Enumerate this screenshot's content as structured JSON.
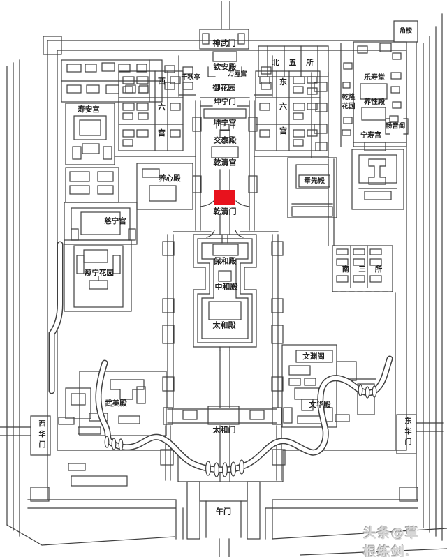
{
  "page": {
    "background": "#ffffff",
    "ink": "#3f3f3f"
  },
  "highlight": {
    "color": "#e8121d"
  },
  "watermark": {
    "text": "头条@草根练剑.",
    "color": "#d6d6d6"
  },
  "labels": {
    "jiaolou": {
      "text": "角楼"
    },
    "shenwumen": {
      "text": "神武门"
    },
    "qinandian": {
      "text": "钦安殿"
    },
    "qianqiuting": {
      "text": "千秋亭"
    },
    "wanshougong": {
      "text": "万寿宫"
    },
    "yuhuayuan": {
      "text": "御花园"
    },
    "beiwusuo": {
      "text": "北五所"
    },
    "kunningmen": {
      "text": "坤宁门"
    },
    "kunninggong": {
      "text": "坤宁宫"
    },
    "jiaotaidian": {
      "text": "交泰殿"
    },
    "qianqinggong": {
      "text": "乾清宫"
    },
    "qianqingmen": {
      "text": "乾清门"
    },
    "yangxindian": {
      "text": "养心殿"
    },
    "xiliugong": {
      "text": "西六宫"
    },
    "dongliugong": {
      "text": "东六宫"
    },
    "shouangong": {
      "text": "寿安宫"
    },
    "cininggong": {
      "text": "慈宁宫"
    },
    "cininghuayuan": {
      "text": "慈宁花园"
    },
    "baohedian": {
      "text": "保和殿"
    },
    "zhonghedian": {
      "text": "中和殿"
    },
    "taihedian": {
      "text": "太和殿"
    },
    "fengxiandian": {
      "text": "奉先殿"
    },
    "leshoutang": {
      "text": "乐寿堂"
    },
    "qianlonghuayuan": {
      "text": "乾隆花园"
    },
    "yangxingdian": {
      "text": "养性殿"
    },
    "changyinge": {
      "text": "畅音阁"
    },
    "ningshougong": {
      "text": "宁寿宫"
    },
    "nansansuo": {
      "text": "南三所"
    },
    "wenyuange": {
      "text": "文渊阁"
    },
    "wenhuadian": {
      "text": "文华殿"
    },
    "wuyingdian": {
      "text": "武英殿"
    },
    "taihemen": {
      "text": "太和门"
    },
    "wumen": {
      "text": "午门"
    },
    "xihuamen": {
      "text": "西华门"
    },
    "donghuamen": {
      "text": "东华门"
    }
  }
}
